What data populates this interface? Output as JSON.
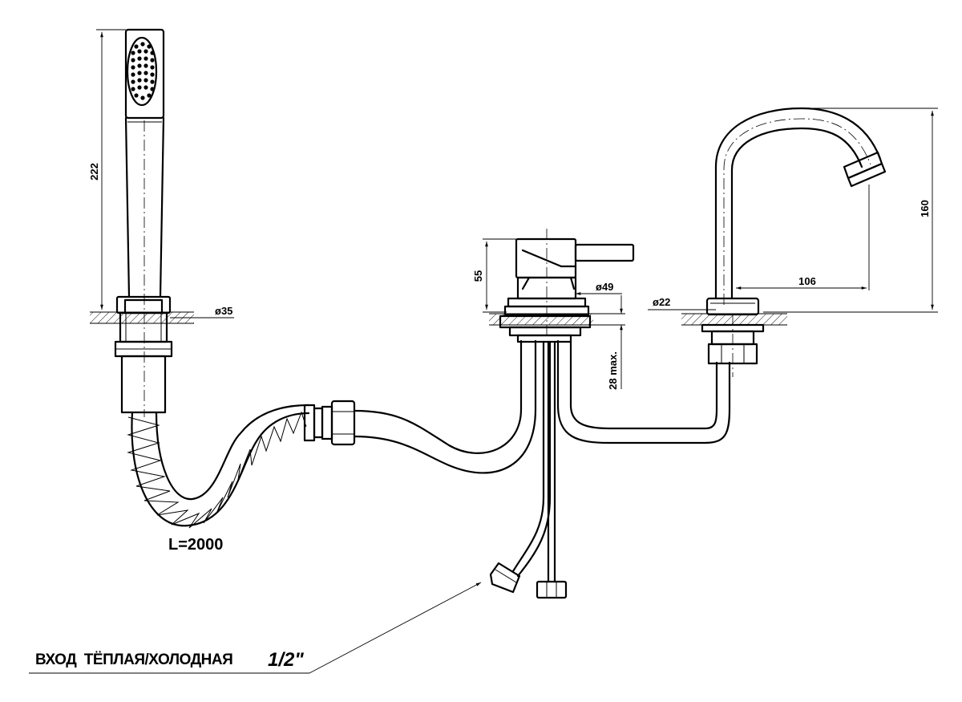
{
  "dimensions": {
    "shower_height": "222",
    "shower_base_diameter": "ø35",
    "mixer_height": "55",
    "mixer_diameter": "ø49",
    "deck_thickness": "28 max.",
    "spout_reach": "106",
    "spout_height": "160",
    "spout_base_diameter": "ø22"
  },
  "hose_length": "L=2000",
  "inlet": {
    "caption": "ВХОД  ТЁПЛАЯ/ХОЛОДНАЯ",
    "thread_size": "1/2\""
  }
}
